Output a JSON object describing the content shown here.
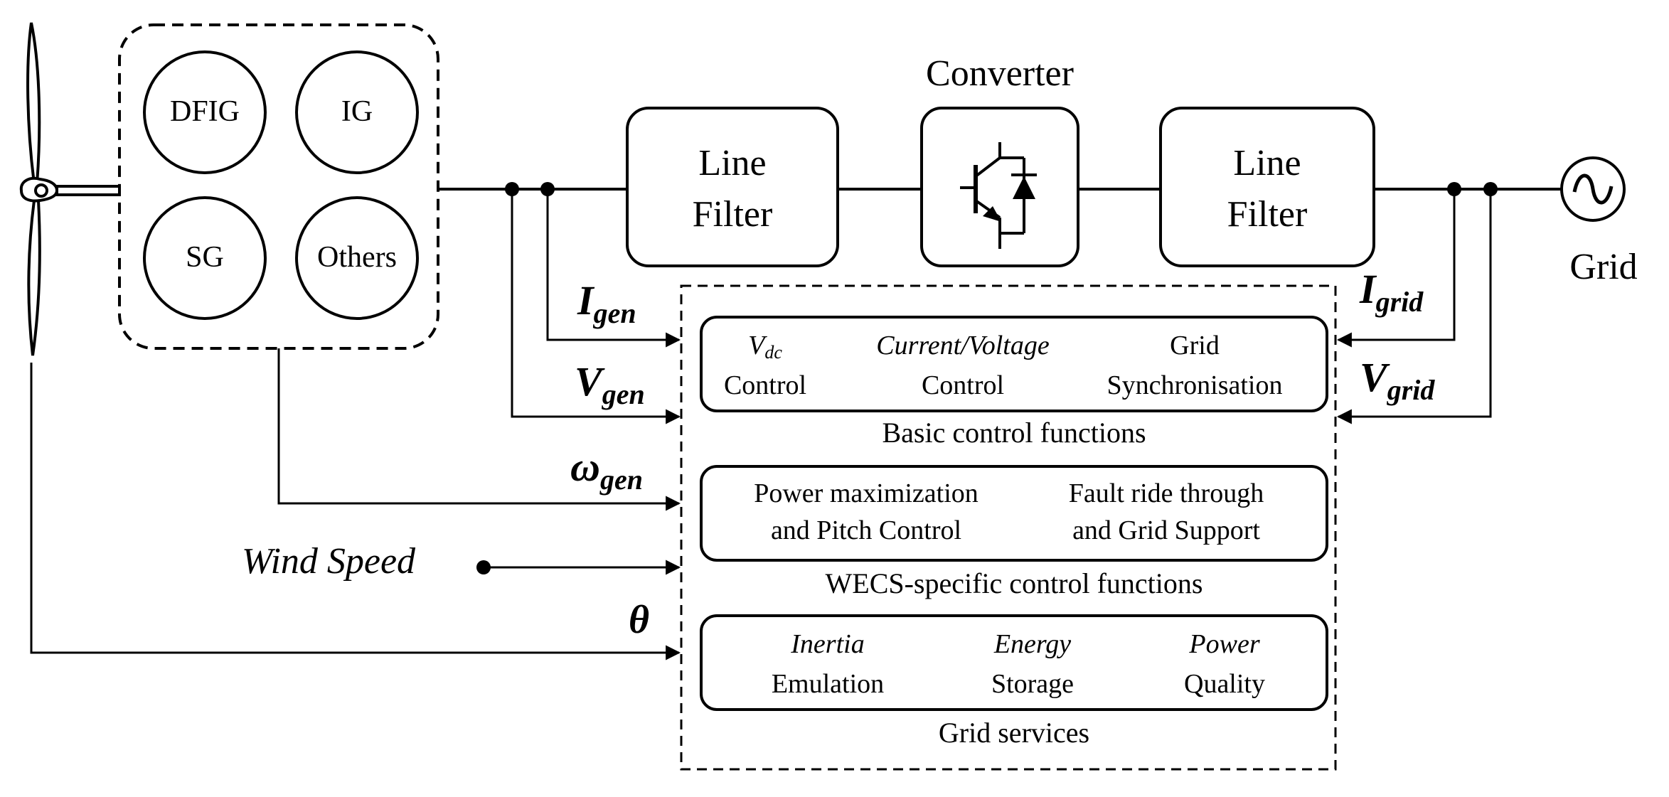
{
  "generator_types": [
    "DFIG",
    "IG",
    "SG",
    "Others"
  ],
  "converter_label": "Converter",
  "line_filter_left": [
    "Line",
    "Filter"
  ],
  "line_filter_right": [
    "Line",
    "Filter"
  ],
  "grid_label": "Grid",
  "grid_symbol": "~",
  "signals": {
    "i_gen": {
      "main": "I",
      "sub": "gen"
    },
    "v_gen": {
      "main": "V",
      "sub": "gen"
    },
    "w_gen": {
      "main": "ω",
      "sub": "gen"
    },
    "i_grid": {
      "main": "I",
      "sub": "grid"
    },
    "v_grid": {
      "main": "V",
      "sub": "grid"
    },
    "wind_speed": "Wind Speed",
    "theta": "θ"
  },
  "control_groups": {
    "basic": {
      "title": "Basic control functions",
      "vdc": {
        "main": "V",
        "sub": "dc",
        "line2": "Control"
      },
      "current_voltage": {
        "line1": "Current/Voltage",
        "line2": "Control"
      },
      "grid_sync": {
        "line1": "Grid",
        "line2": "Synchronisation"
      }
    },
    "wecs": {
      "title": "WECS-specific control functions",
      "power_max": {
        "line1": "Power maximization",
        "line2": "and Pitch Control"
      },
      "fault_ride": {
        "line1": "Fault ride through",
        "line2": "and Grid Support"
      }
    },
    "grid_services": {
      "title": "Grid services",
      "inertia": {
        "line1": "Inertia",
        "line2": "Emulation"
      },
      "energy": {
        "line1": "Energy",
        "line2": "Storage"
      },
      "power_quality": {
        "line1": "Power",
        "line2": "Quality"
      }
    }
  },
  "colors": {
    "stroke": "#000000",
    "background": "#ffffff"
  }
}
